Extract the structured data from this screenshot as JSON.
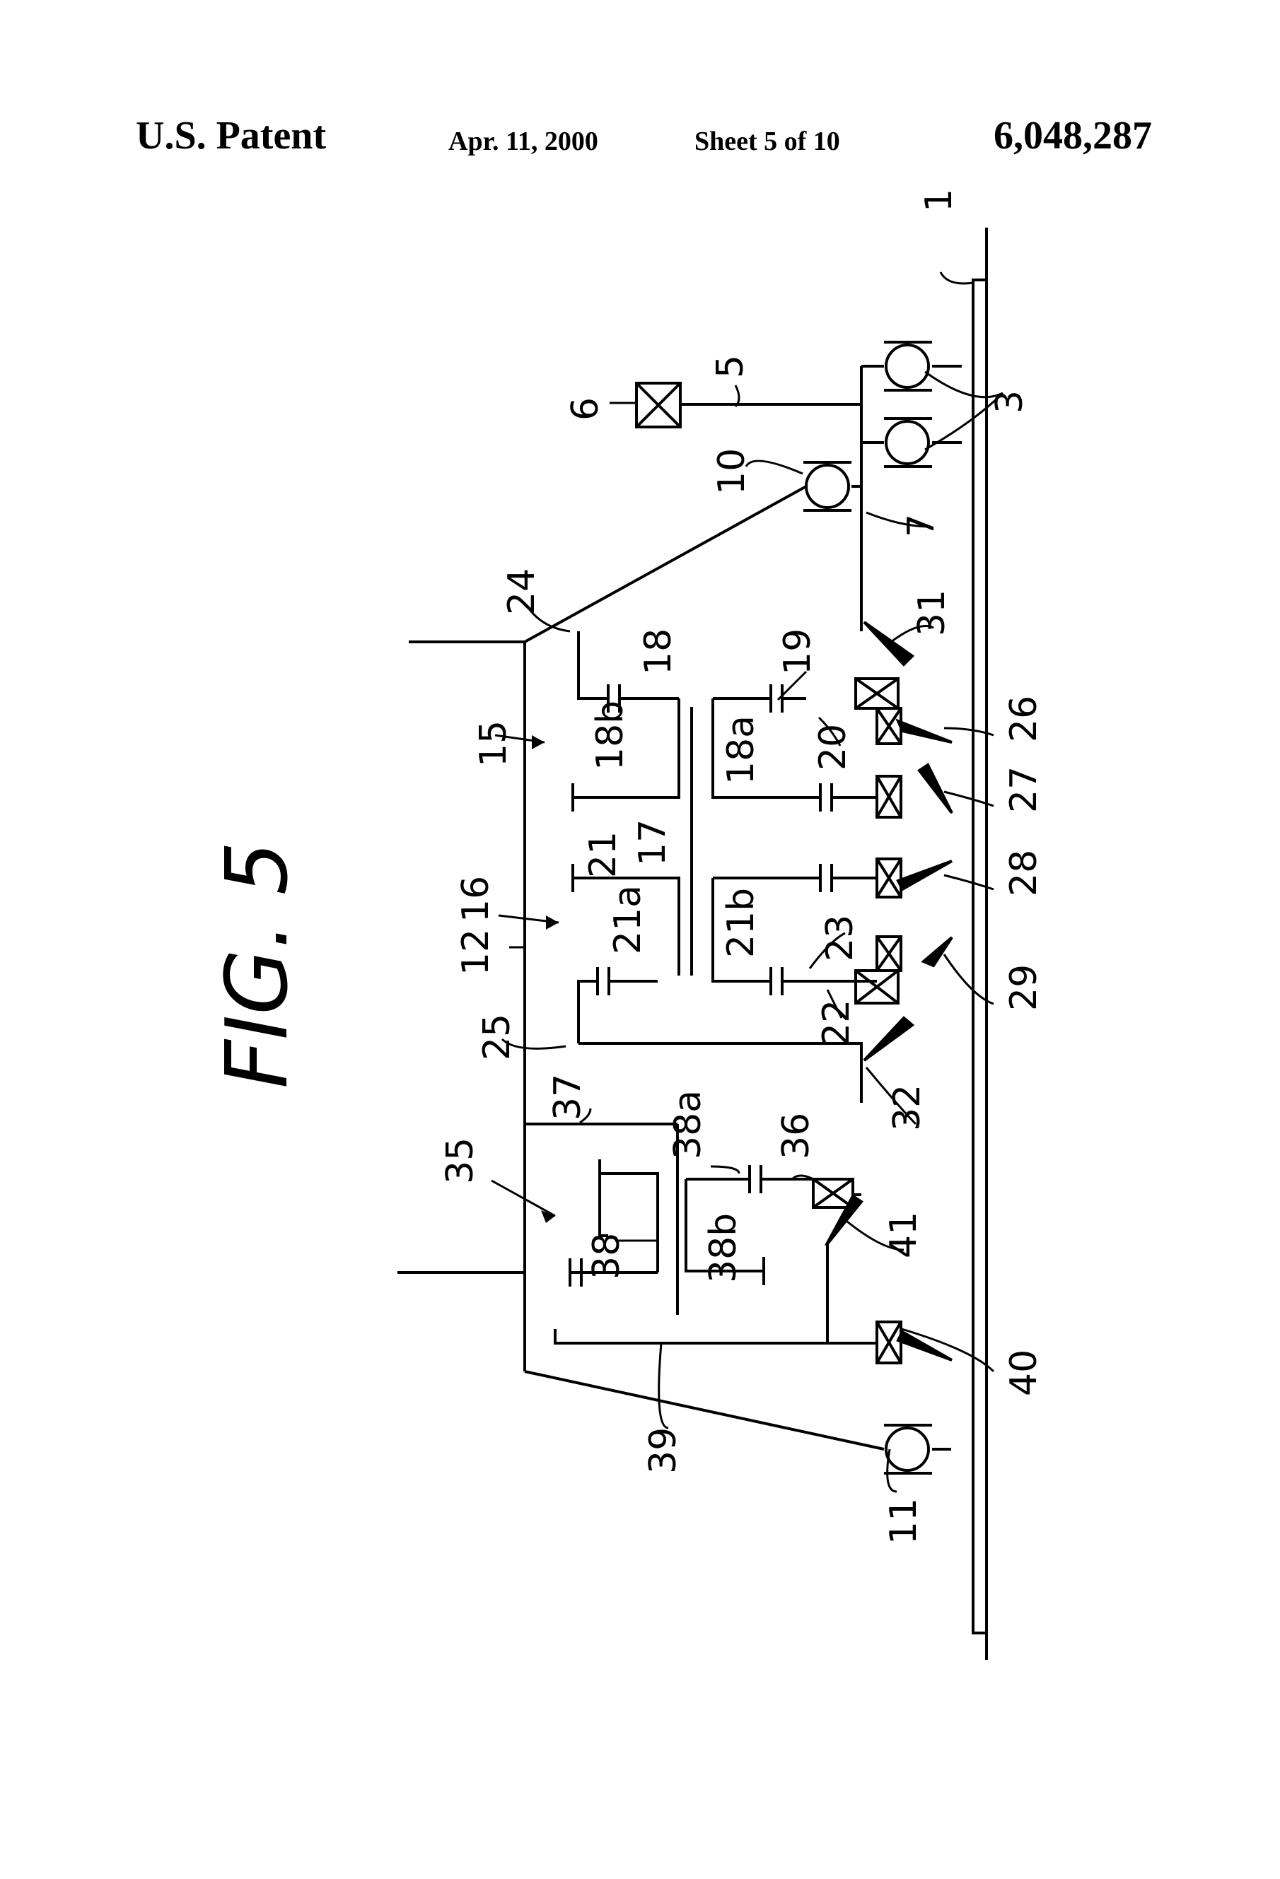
{
  "header": {
    "left": "U.S. Patent",
    "date": "Apr. 11, 2000",
    "sheet": "Sheet 5 of 10",
    "patent_number": "6,048,287"
  },
  "figure": {
    "title": "FIG. 5"
  },
  "labels": {
    "n1": "1",
    "n3": "3",
    "n5": "5",
    "n6": "6",
    "n7": "7",
    "n10": "10",
    "n11": "11",
    "n12": "12",
    "n15": "15",
    "n16": "16",
    "n17": "17",
    "n18": "18",
    "n18a": "18a",
    "n18b": "18b",
    "n19": "19",
    "n20": "20",
    "n21": "21",
    "n21a": "21a",
    "n21b": "21b",
    "n22": "22",
    "n23": "23",
    "n24": "24",
    "n25": "25",
    "n26": "26",
    "n27": "27",
    "n28": "28",
    "n29": "29",
    "n31": "31",
    "n32": "32",
    "n35": "35",
    "n36": "36",
    "n37": "37",
    "n38": "38",
    "n38a": "38a",
    "n38b": "38b",
    "n39": "39",
    "n40": "40",
    "n41": "41"
  }
}
